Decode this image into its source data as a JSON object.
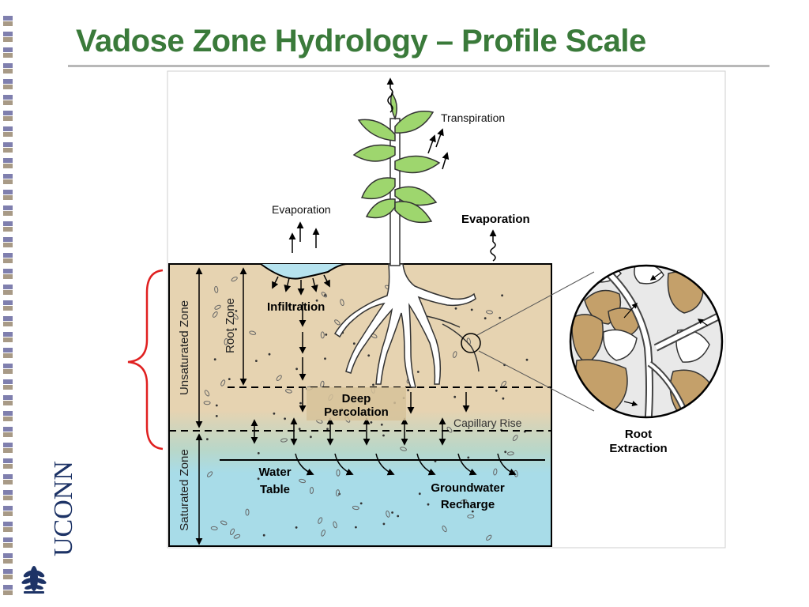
{
  "slide": {
    "title": "Vadose Zone Hydrology – Profile Scale"
  },
  "logo": {
    "text": "UCONN",
    "mark_icon": "oak-leaf-seal-icon"
  },
  "diagram": {
    "labels": {
      "transpiration": "Transpiration",
      "evaporation_left": "Evaporation",
      "evaporation_right": "Evaporation",
      "infiltration": "Infiltration",
      "deep_line1": "Deep",
      "deep_line2": "Percolation",
      "capillary_rise": "Capillary Rise",
      "water_table_line1": "Water",
      "water_table_line2": "Table",
      "groundwater_line1": "Groundwater",
      "groundwater_line2": "Recharge",
      "root_extraction_line1": "Root",
      "root_extraction_line2": "Extraction",
      "unsaturated_zone": "Unsaturated Zone",
      "saturated_zone": "Saturated Zone",
      "root_zone": "Root Zone"
    },
    "colors": {
      "title_green": "#3a7a3a",
      "soil_tan": "#e6d3b1",
      "water_blue": "#a8dce8",
      "brace_red": "#e02020",
      "leaf_green": "#9ed66e"
    }
  }
}
